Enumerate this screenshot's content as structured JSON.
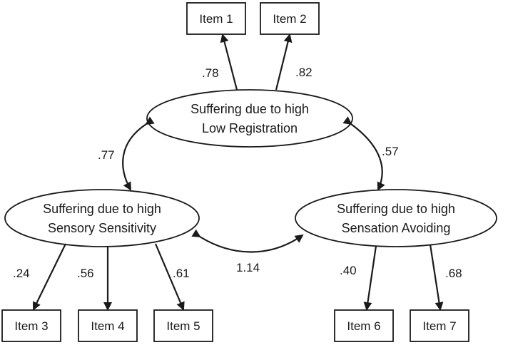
{
  "colors": {
    "background": "#ffffff",
    "ink": "#1a1a1a"
  },
  "items": {
    "item1": "Item 1",
    "item2": "Item 2",
    "item3": "Item 3",
    "item4": "Item 4",
    "item5": "Item 5",
    "item6": "Item 6",
    "item7": "Item 7"
  },
  "factors": {
    "low_registration": {
      "line1": "Suffering due to high",
      "line2": "Low Registration"
    },
    "sensory_sensitivity": {
      "line1": "Suffering due to high",
      "line2": "Sensory Sensitivity"
    },
    "sensation_avoiding": {
      "line1": "Suffering due to high",
      "line2": "Sensation Avoiding"
    }
  },
  "loadings": {
    "item1": ".78",
    "item2": ".82",
    "item3": ".24",
    "item4": ".56",
    "item5": ".61",
    "item6": ".40",
    "item7": ".68"
  },
  "correlations": {
    "low_registration__sensory_sensitivity": ".77",
    "low_registration__sensation_avoiding": ".57",
    "sensory_sensitivity__sensation_avoiding": "1.14"
  }
}
